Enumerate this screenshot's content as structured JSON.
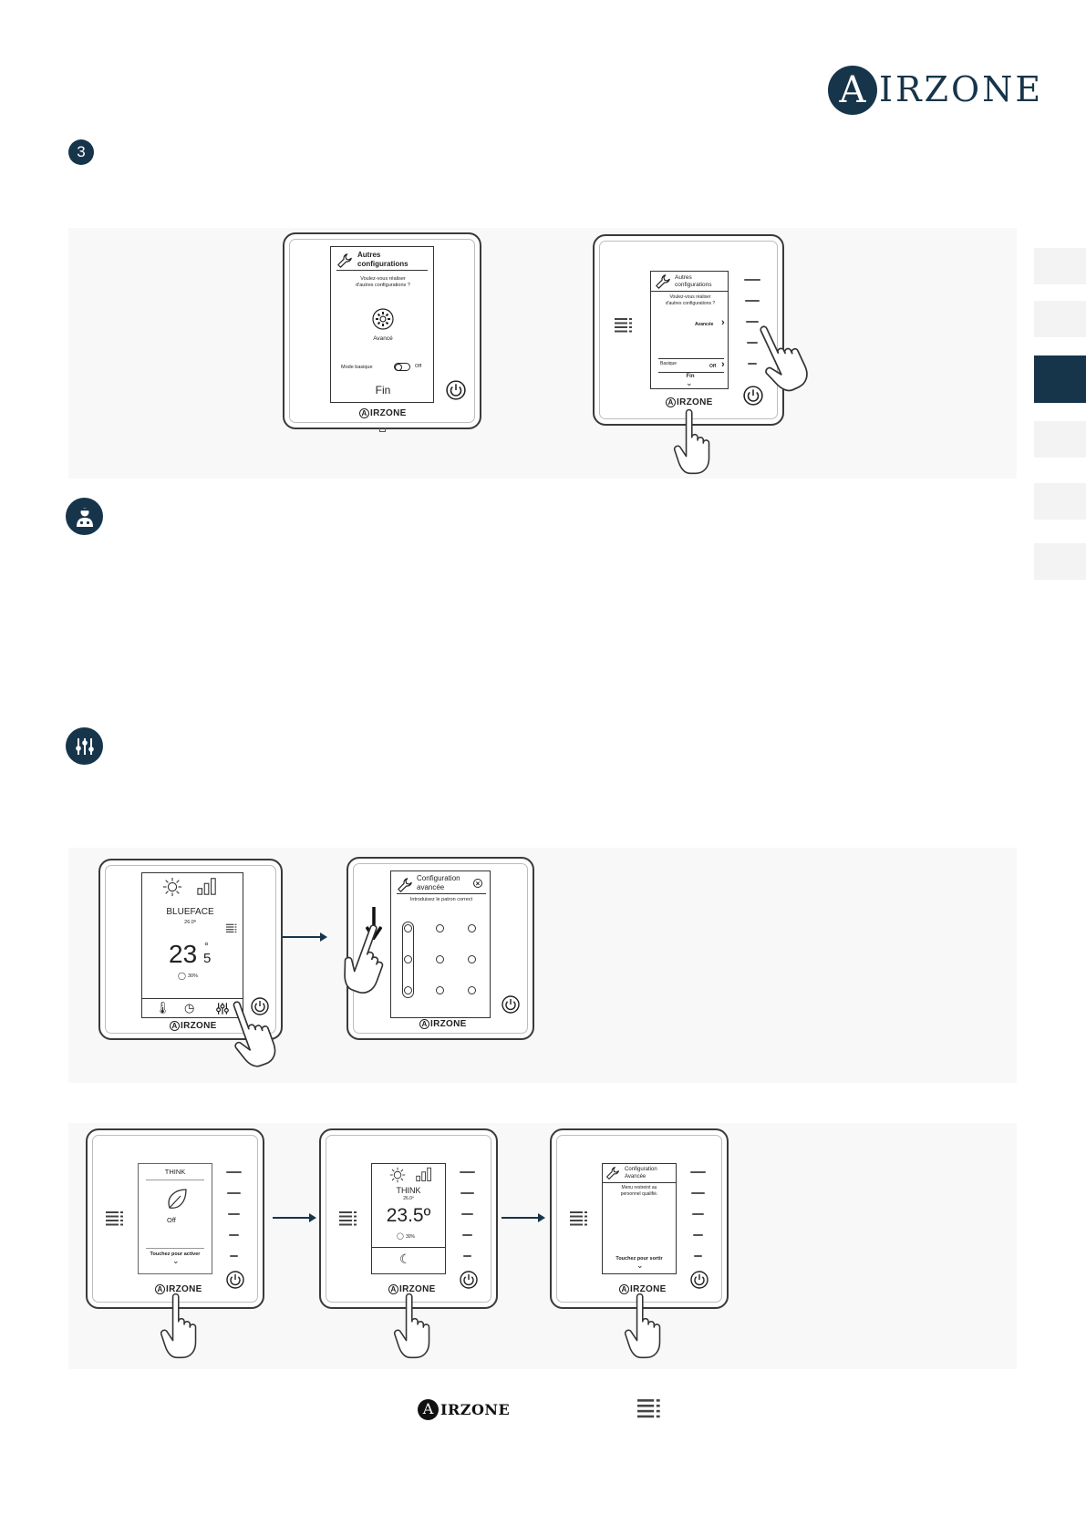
{
  "brand": {
    "logo_letter": "A",
    "logo_text": "IRZONE"
  },
  "step_badge": "3",
  "fig1": {
    "left": {
      "title_l1": "Autres",
      "title_l2": "configurations",
      "q_l1": "Voulez-vous réaliser",
      "q_l2": "d'autres configurations ?",
      "advanced": "Avancé",
      "basic_mode": "Mode basique",
      "toggle": "Off",
      "end": "Fin",
      "logo": "IRZONE"
    },
    "right": {
      "title_l1": "Autres",
      "title_l2": "configurations",
      "q_l1": "Voulez-vous réaliser",
      "q_l2": "d'autres configurations ?",
      "advanced": "Avancée",
      "basic": "Basique",
      "off": "Off",
      "end": "Fin",
      "logo": "IRZONE"
    }
  },
  "fig2": {
    "blueface": {
      "name": "BLUEFACE",
      "setpoint": "26.0º",
      "temp_main": "23",
      "temp_dec": "5",
      "temp_deg": "°",
      "humidity": "30%",
      "logo": "IRZONE"
    },
    "pattern": {
      "title_l1": "Configuration",
      "title_l2": "avancée",
      "hint": "Introduisez le patron correct",
      "logo": "IRZONE"
    }
  },
  "fig3": {
    "think1": {
      "name": "THINK",
      "status": "Off",
      "action": "Touchez pour activer",
      "logo": "IRZONE"
    },
    "think2": {
      "name": "THINK",
      "setpoint": "26.0º",
      "temp": "23.5º",
      "humidity": "30%",
      "logo": "IRZONE"
    },
    "think3": {
      "title_l1": "Configuration",
      "title_l2": "Avancée",
      "msg_l1": "Menu restreint au",
      "msg_l2": "personnel qualifié.",
      "exit": "Touchez pour sortir",
      "logo": "IRZONE"
    }
  },
  "footer": {
    "logo_letter": "A",
    "logo_text": "IRZONE"
  },
  "icons": [
    "airzone-logo",
    "step-number-badge",
    "technician-icon",
    "sliders-icon",
    "wrench-icon",
    "gear-icon",
    "power-icon",
    "menu-list-icon",
    "hand-pointer-icon",
    "sun-icon",
    "signal-bars-icon",
    "thermometer-icon",
    "clock-icon",
    "drop-icon",
    "leaf-icon",
    "moon-icon",
    "close-icon",
    "down-arrow-icon"
  ],
  "colors": {
    "brand": "#17354a",
    "panel": "#f8f8f8",
    "side_tab": "#17354a"
  }
}
